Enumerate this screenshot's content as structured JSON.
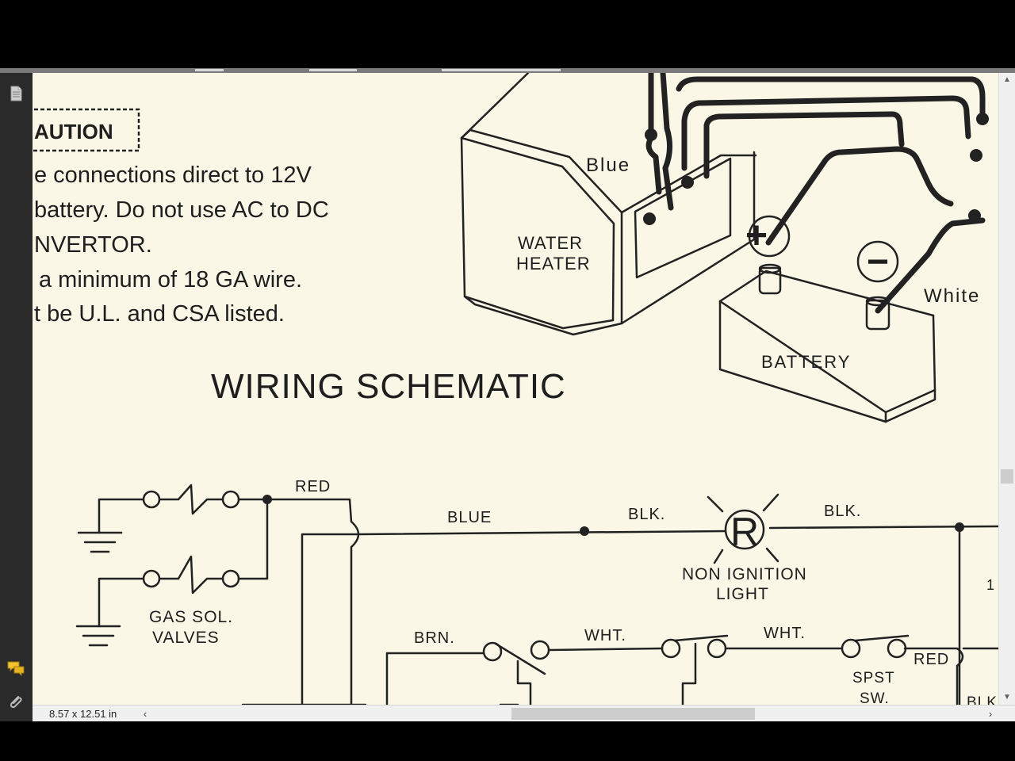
{
  "viewer": {
    "page_size": "8.57 x 12.51 in",
    "icons": [
      "pages-icon",
      "comments-icon",
      "attachment-icon",
      "scroll-up-icon",
      "scroll-down-icon",
      "scroll-left-icon",
      "scroll-right-icon"
    ]
  },
  "document": {
    "caution_heading": "AUTION",
    "caution_lines": [
      "e connections direct to 12V",
      "battery. Do not use AC to DC",
      "NVERTOR.",
      "a minimum of 18 GA wire.",
      "t be U.L. and CSA listed."
    ],
    "top_diagram": {
      "water_heater": [
        "WATER",
        "HEATER"
      ],
      "wire_blue": "Blue",
      "wire_white": "White",
      "battery": "BATTERY",
      "plus": "+",
      "minus": "−"
    },
    "schematic_title": "WIRING SCHEMATIC",
    "schematic": {
      "red_top": "RED",
      "blue": "BLUE",
      "blk_1": "BLK.",
      "blk_2": "BLK.",
      "r_symbol": "R",
      "non_ignition": [
        "NON IGNITION",
        "LIGHT"
      ],
      "gas_sol": [
        "GAS SOL.",
        "VALVES"
      ],
      "brn": "BRN.",
      "wht_1": "WHT.",
      "wht_2": "WHT.",
      "red_bottom": "RED",
      "spst": [
        "SPST",
        "SW."
      ],
      "edge_digit": "1",
      "edge_blk": "BLK"
    }
  }
}
